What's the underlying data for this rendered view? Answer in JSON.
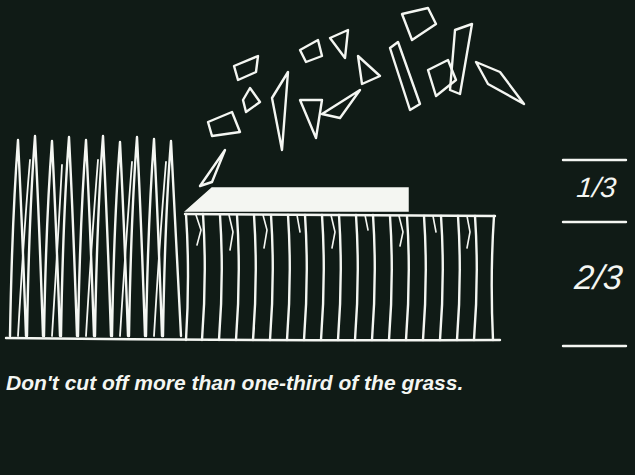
{
  "diagram": {
    "caption": "Don't cut off more than one-third of the grass.",
    "labels": [
      "1/3",
      "2/3"
    ]
  }
}
